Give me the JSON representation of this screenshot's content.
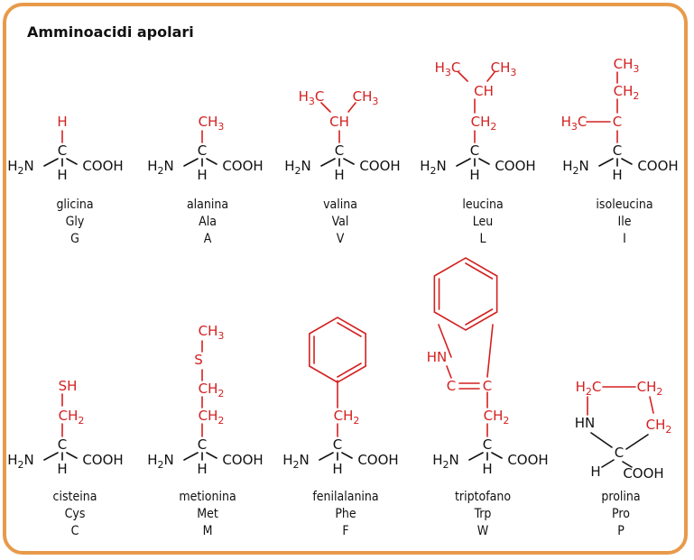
{
  "title": "Amminoacidi apolari",
  "colors": {
    "border": "#e89a4a",
    "side_chain": "#d42020",
    "backbone": "#111111"
  },
  "atoms": {
    "h": "H",
    "c": "C",
    "n": "N",
    "s": "S",
    "cooh": "COOH",
    "h2": "H",
    "sub2": "2",
    "sub3": "3",
    "ch": "CH",
    "sh": "SH",
    "hn": "HN",
    "dash": "—"
  },
  "amino_acids": [
    {
      "name": "glicina",
      "abbr3": "Gly",
      "abbr1": "G"
    },
    {
      "name": "alanina",
      "abbr3": "Ala",
      "abbr1": "A"
    },
    {
      "name": "valina",
      "abbr3": "Val",
      "abbr1": "V"
    },
    {
      "name": "leucina",
      "abbr3": "Leu",
      "abbr1": "L"
    },
    {
      "name": "isoleucina",
      "abbr3": "Ile",
      "abbr1": "I"
    },
    {
      "name": "cisteina",
      "abbr3": "Cys",
      "abbr1": "C"
    },
    {
      "name": "metionina",
      "abbr3": "Met",
      "abbr1": "M"
    },
    {
      "name": "fenilalanina",
      "abbr3": "Phe",
      "abbr1": "F"
    },
    {
      "name": "triptofano",
      "abbr3": "Trp",
      "abbr1": "W"
    },
    {
      "name": "prolina",
      "abbr3": "Pro",
      "abbr1": "P"
    }
  ]
}
